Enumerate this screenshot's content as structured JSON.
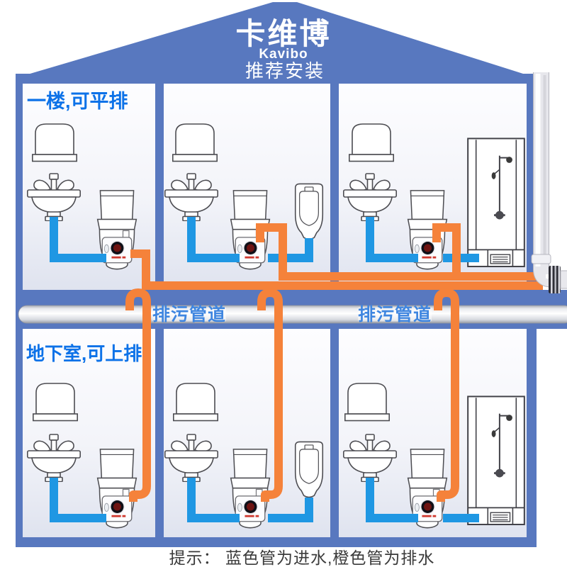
{
  "header": {
    "brand_cn": "卡维博",
    "brand_en": "Kavibo",
    "tagline": "推荐安装"
  },
  "sections": {
    "first_floor_label": "一楼,可平排",
    "basement_label": "地下室,可上排"
  },
  "pipe_labels": {
    "left": "排污管道",
    "right": "排污管道"
  },
  "footer": {
    "note": "提示： 蓝色管为进水,橙色管为排水"
  },
  "colors": {
    "house_blue": "#5878bf",
    "water_blue": "#1f97e3",
    "drain_orange": "#f5823a",
    "heading_blue": "#0d72e8",
    "pipe_label_blue": "#3f86e0",
    "note_text": "#3a3a3a"
  }
}
